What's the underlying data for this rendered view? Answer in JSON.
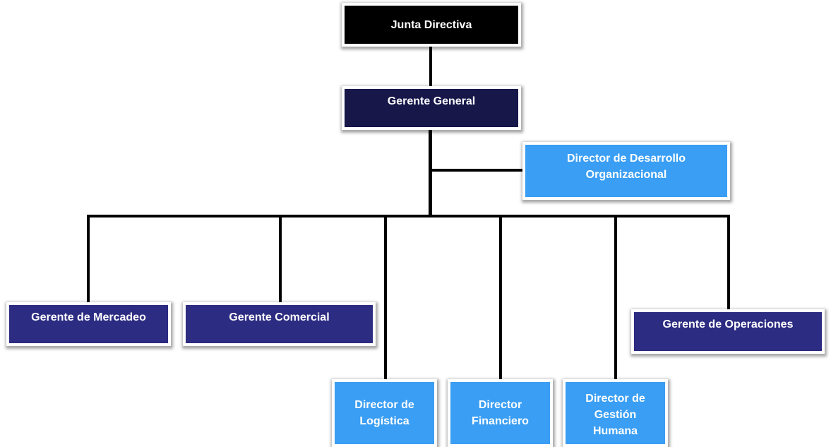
{
  "colors": {
    "board_fill": "#000000",
    "general_manager_fill": "#17174a",
    "manager_fill": "#2c2c82",
    "director_fill": "#3a9ef4",
    "connector": "#000000",
    "text": "#ffffff"
  },
  "nodes": {
    "board": {
      "label": "Junta Directiva"
    },
    "general_manager": {
      "label": "Gerente General"
    },
    "org_dev_director": {
      "line1": "Director de Desarrollo",
      "line2": "Organizacional"
    },
    "marketing_manager": {
      "label": "Gerente de Mercadeo"
    },
    "commercial_manager": {
      "label": "Gerente Comercial"
    },
    "operations_manager": {
      "label": "Gerente de Operaciones"
    },
    "logistics_director": {
      "line1": "Director de",
      "line2": "Logística"
    },
    "finance_director": {
      "line1": "Director",
      "line2": "Financiero"
    },
    "hr_director": {
      "line1": "Director de",
      "line2": "Gestión",
      "line3": "Humana"
    }
  }
}
